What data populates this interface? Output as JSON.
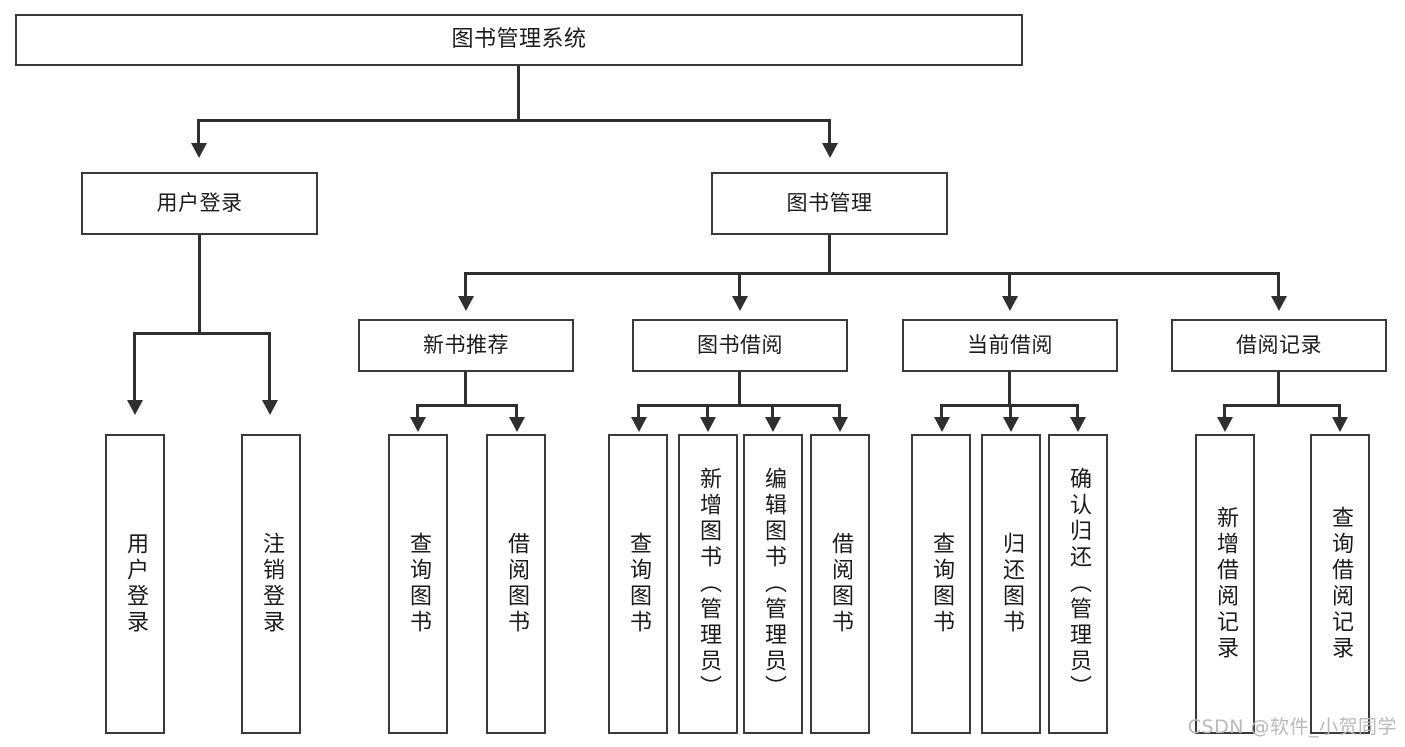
{
  "diagram": {
    "title": "图书管理系统",
    "type": "hierarchy-tree",
    "root": {
      "label": "图书管理系统"
    },
    "level2": [
      {
        "label": "用户登录"
      },
      {
        "label": "图书管理"
      }
    ],
    "level3": [
      {
        "label": "新书推荐"
      },
      {
        "label": "图书借阅"
      },
      {
        "label": "当前借阅"
      },
      {
        "label": "借阅记录"
      }
    ],
    "leaves": {
      "user_login": [
        {
          "label": "用户登录"
        },
        {
          "label": "注销登录"
        }
      ],
      "new_book_recommend": [
        {
          "label": "查询图书"
        },
        {
          "label": "借阅图书"
        }
      ],
      "book_borrow": [
        {
          "label": "查询图书"
        },
        {
          "label": "新增图书（管理员）"
        },
        {
          "label": "编辑图书（管理员）"
        },
        {
          "label": "借阅图书"
        }
      ],
      "current_borrow": [
        {
          "label": "查询图书"
        },
        {
          "label": "归还图书"
        },
        {
          "label": "确认归还（管理员）"
        }
      ],
      "borrow_record": [
        {
          "label": "新增借阅记录"
        },
        {
          "label": "查询借阅记录"
        }
      ]
    }
  },
  "watermark": {
    "text": "CSDN @软件_小贺同学"
  },
  "colors": {
    "box_border": "#3a3a3a",
    "line": "#2f2f2f",
    "text": "#1b1b1b",
    "background": "#ffffff",
    "watermark": "#b9b9b9"
  }
}
